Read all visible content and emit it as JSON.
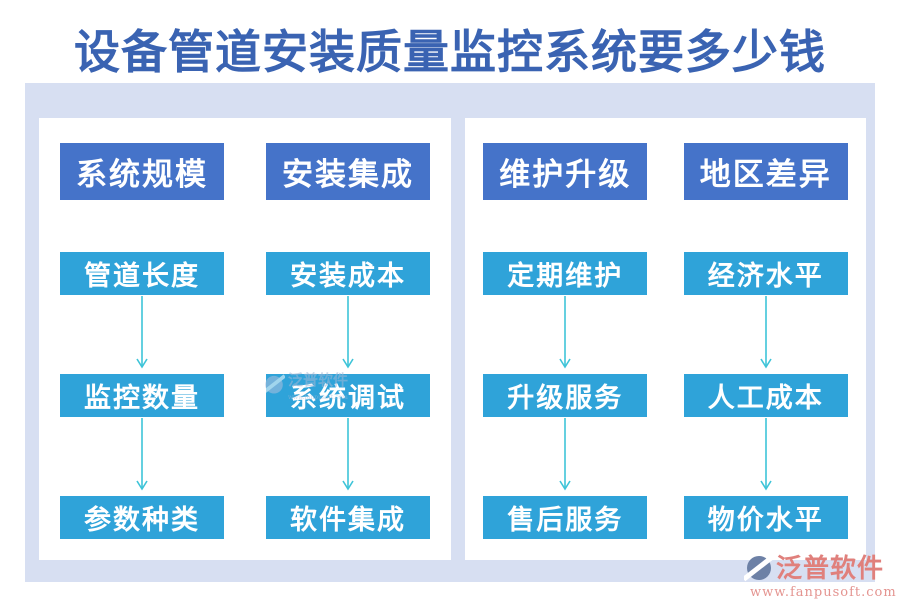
{
  "title": "设备管道安装质量监控系统要多少钱",
  "panels": [
    {
      "columns": [
        {
          "header": "系统规模",
          "items": [
            "管道长度",
            "监控数量",
            "参数种类"
          ]
        },
        {
          "header": "安装集成",
          "items": [
            "安装成本",
            "系统调试",
            "软件集成"
          ]
        }
      ]
    },
    {
      "columns": [
        {
          "header": "维护升级",
          "items": [
            "定期维护",
            "升级服务",
            "售后服务"
          ]
        },
        {
          "header": "地区差异",
          "items": [
            "经济水平",
            "人工成本",
            "物价水平"
          ]
        }
      ]
    }
  ],
  "watermark": {
    "brand": "泛普软件",
    "url": "www.fanpusoft.com"
  },
  "footer": {
    "brand": "泛普软件",
    "url": "www.fanpusoft.com"
  },
  "colors": {
    "title_blue": "#3a63b2",
    "category_blue": "#4573c9",
    "factor_blue": "#2fa3d9",
    "arrow_cyan": "#3ec4d8",
    "background_periwinkle": "#d7dff2",
    "brand_salmon": "#e0807c",
    "logo_slate": "#6d81a6"
  }
}
